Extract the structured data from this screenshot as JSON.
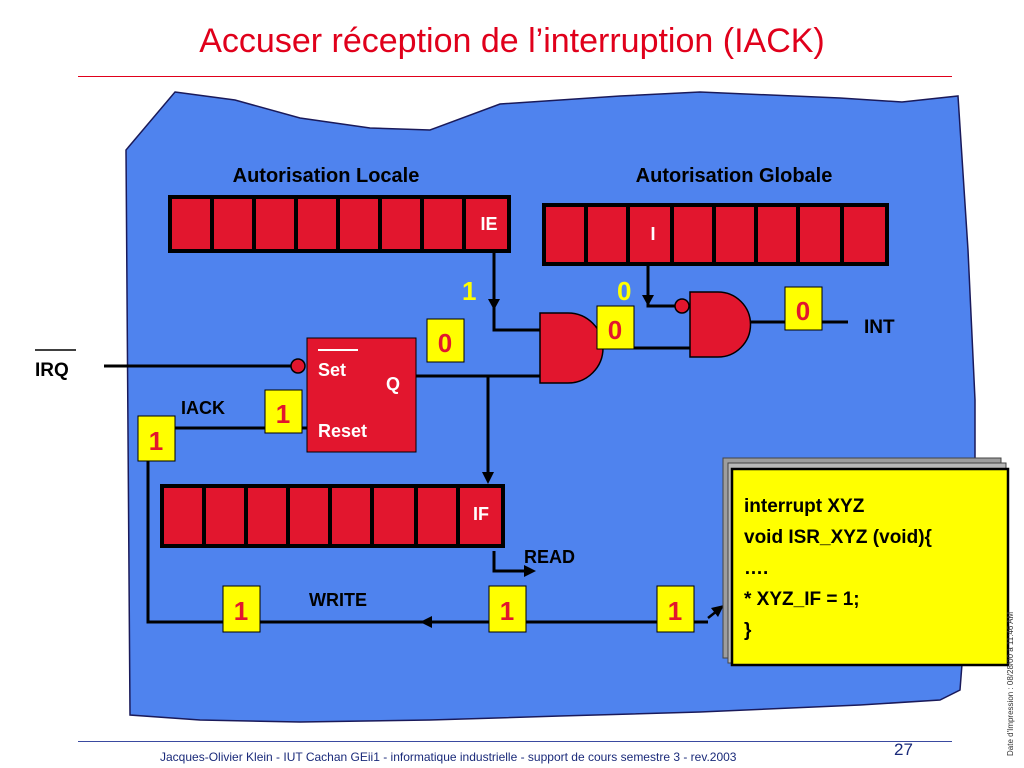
{
  "title": "Accuser réception de  l’interruption (IACK)",
  "footer": {
    "credit": "Jacques-Olivier Klein - IUT Cachan GEii1 - informatique industrielle - support de cours semestre 3 - rev.2003",
    "page": "27",
    "print_date": "Date d'Impression : 08/28/00 à 11:46 AM"
  },
  "colors": {
    "title": "#e0001b",
    "background_blob": "#4f83ee",
    "register_cell": "#e2162e",
    "value_box": "#ffff00",
    "code_box": "#ffff00"
  },
  "diagram": {
    "local_label": "Autorisation Locale",
    "global_label": "Autorisation Globale",
    "ie_bit": "IE",
    "i_bit": "I",
    "if_bit": "IF",
    "irq": "IRQ",
    "int": "INT",
    "iack": "IACK",
    "read": "READ",
    "write": "WRITE",
    "latch": {
      "set": "Set",
      "q": "Q",
      "reset": "Reset"
    },
    "values": {
      "ie_out": "1",
      "i_out": "0",
      "latch_q": "0",
      "and1_out": "0",
      "int_out": "0",
      "iack_in": "1",
      "iack_left": "1",
      "write_left": "1",
      "write_mid": "1",
      "write_right": "1"
    },
    "code": {
      "line1": "interrupt  XYZ",
      "line2": "void ISR_XYZ (void){",
      "line3": "….",
      "line4": "* XYZ_IF = 1;",
      "line5": "}"
    }
  }
}
